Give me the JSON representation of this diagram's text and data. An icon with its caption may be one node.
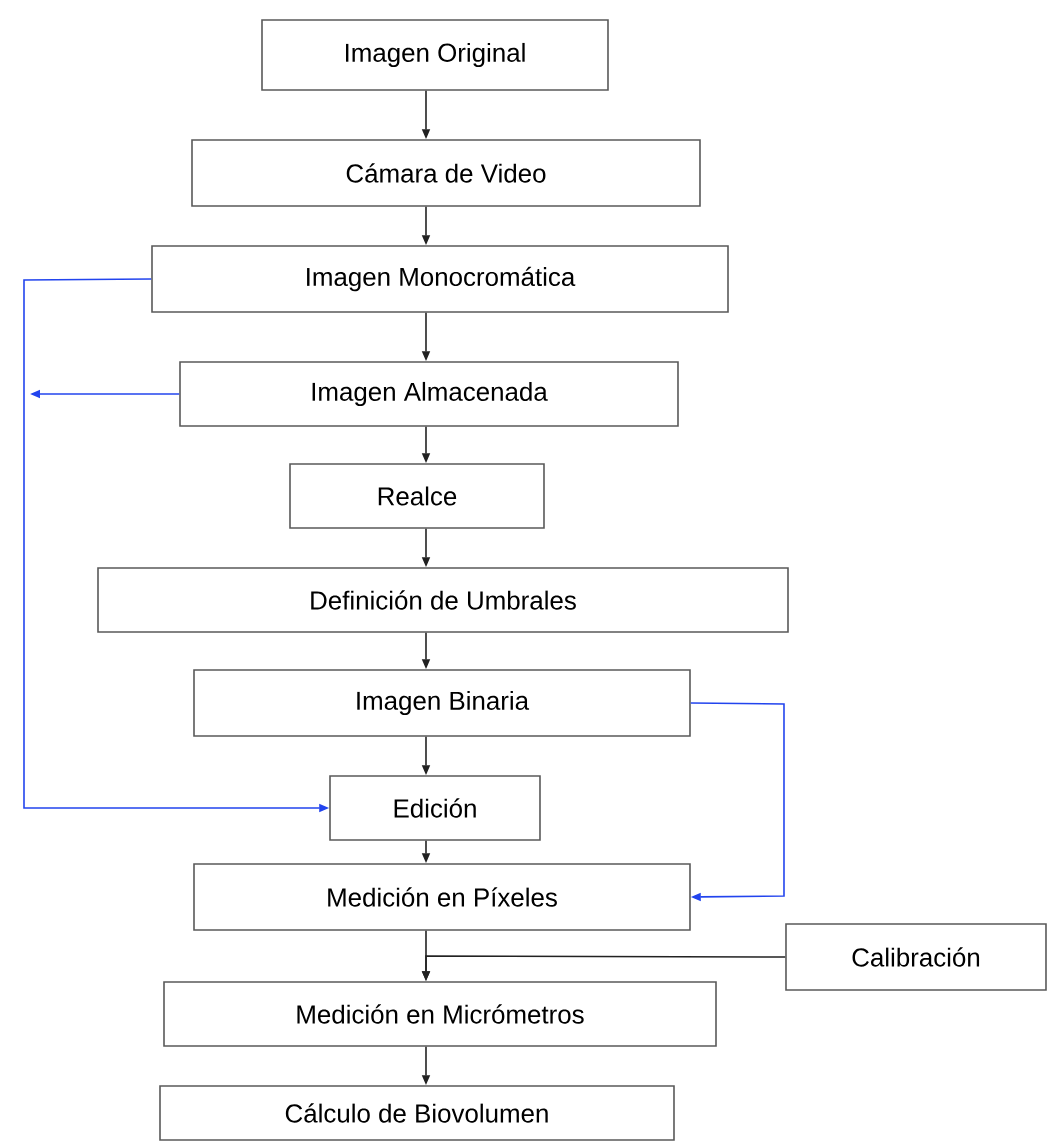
{
  "diagram": {
    "nodes": [
      {
        "text": [
          "Imagen Original"
        ]
      },
      {
        "text": [
          "Cámara de Video"
        ]
      },
      {
        "text": [
          "Imagen Monocromática"
        ]
      },
      {
        "text": [
          "Imagen Almacenada"
        ]
      },
      {
        "text": [
          "Realce"
        ]
      },
      {
        "text": [
          "Definición de Umbrales"
        ]
      },
      {
        "text": [
          "Imagen Binaria"
        ]
      },
      {
        "text": [
          "Edición"
        ]
      },
      {
        "text": [
          "Medición en Píxeles"
        ]
      },
      {
        "text": [
          "Calibración"
        ]
      },
      {
        "text": [
          "Medición en Micrómetros"
        ]
      },
      {
        "text": [
          "Cálculo de Biovolumen"
        ]
      }
    ],
    "edges": [
      {
        "from": 0,
        "to": 1,
        "arrow": "to"
      },
      {
        "from": 1,
        "to": 2,
        "arrow": "to"
      },
      {
        "from": 2,
        "to": 3,
        "arrow": "to"
      },
      {
        "from": 3,
        "to": 4,
        "arrow": "to"
      },
      {
        "from": 4,
        "to": 5,
        "arrow": "to"
      },
      {
        "from": 5,
        "to": 6,
        "arrow": "to"
      },
      {
        "from": 6,
        "to": 7,
        "arrow": "to"
      },
      {
        "from": 7,
        "to": 8,
        "arrow": "to"
      },
      {
        "from": 8,
        "to": 10,
        "arrow": "to"
      },
      {
        "from": 10,
        "to": 11,
        "arrow": "to"
      },
      {
        "from": 2,
        "to": 7,
        "arrow": "to",
        "color": "#2244ee"
      },
      {
        "from": 3,
        "to": null,
        "arrow": "to",
        "color": "#2244ee"
      },
      {
        "from": 6,
        "to": 8,
        "arrow": "to",
        "color": "#2244ee"
      },
      {
        "from": 9,
        "to": 10,
        "arrow": "to"
      }
    ]
  }
}
